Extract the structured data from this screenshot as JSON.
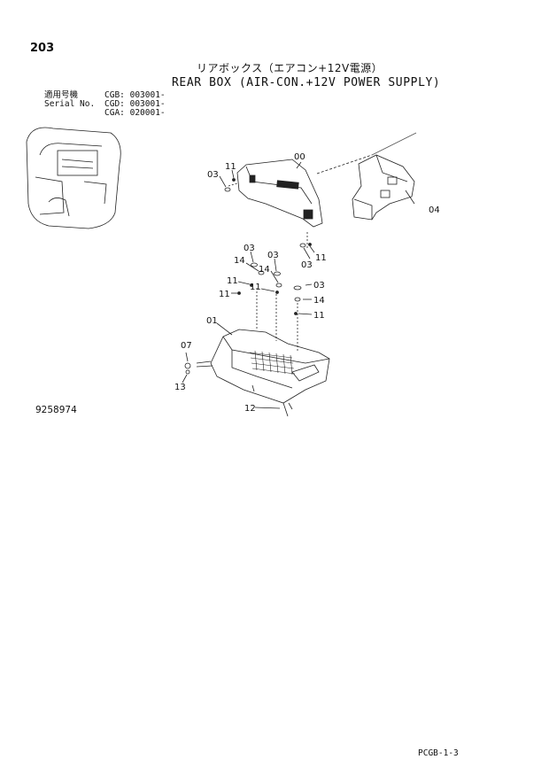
{
  "header": {
    "page_number": "203",
    "title_jp": "リアボックス（エアコン+12V電源）",
    "title_en": "REAR BOX (AIR-CON.+12V POWER SUPPLY)"
  },
  "serials": {
    "label_jp": "適用号機",
    "label_en": "Serial No.",
    "entries": [
      "CGB: 003001-",
      "CGD: 003001-",
      "CGA: 020001-"
    ]
  },
  "callouts": {
    "p00": "00",
    "p01": "01",
    "p03a": "03",
    "p03b": "03",
    "p03c": "03",
    "p03d": "03",
    "p03e": "03",
    "p04": "04",
    "p07": "07",
    "p11a": "11",
    "p11b": "11",
    "p11c": "11",
    "p11d": "11",
    "p11e": "11",
    "p11f": "11",
    "p12": "12",
    "p13": "13",
    "p14a": "14",
    "p14b": "14",
    "p14c": "14"
  },
  "figure_number": "9258974",
  "footer": {
    "page_ref": "PCGB-1-3"
  }
}
